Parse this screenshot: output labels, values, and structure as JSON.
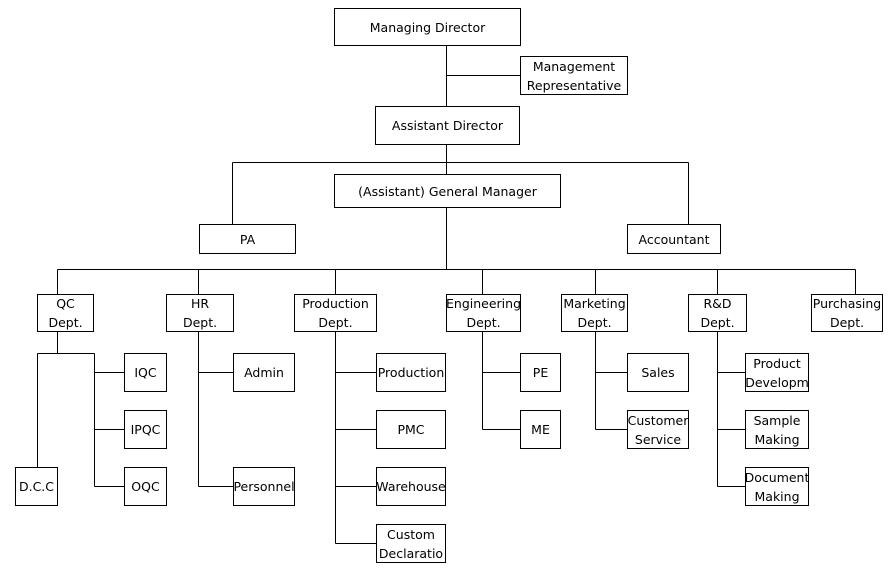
{
  "org_chart": {
    "managing_director": "Managing Director",
    "management_representative": "Management\nRepresentative",
    "assistant_director": "Assistant Director",
    "general_manager": "(Assistant) General Manager",
    "pa": "PA",
    "accountant": "Accountant",
    "departments": {
      "qc": "QC\nDept.",
      "hr": "HR\nDept.",
      "production": "Production\nDept.",
      "engineering": "Engineering\nDept.",
      "marketing": "Marketing\nDept.",
      "rnd": "R&D\nDept.",
      "purchasing": "Purchasing\nDept."
    },
    "qc_units": {
      "dcc": "D.C.C",
      "iqc": "IQC",
      "ipqc": "IPQC",
      "oqc": "OQC"
    },
    "hr_units": {
      "admin": "Admin",
      "personnel": "Personnel"
    },
    "production_units": {
      "production": "Production",
      "pmc": "PMC",
      "warehouse": "Warehouse",
      "customs": "Custom\nDeclaratio"
    },
    "engineering_units": {
      "pe": "PE",
      "me": "ME"
    },
    "marketing_units": {
      "sales": "Sales",
      "customer_service": "Customer\nService"
    },
    "rnd_units": {
      "product_development": "Product\nDevelopm",
      "sample_making": "Sample\nMaking",
      "document_making": "Document\nMaking"
    }
  }
}
